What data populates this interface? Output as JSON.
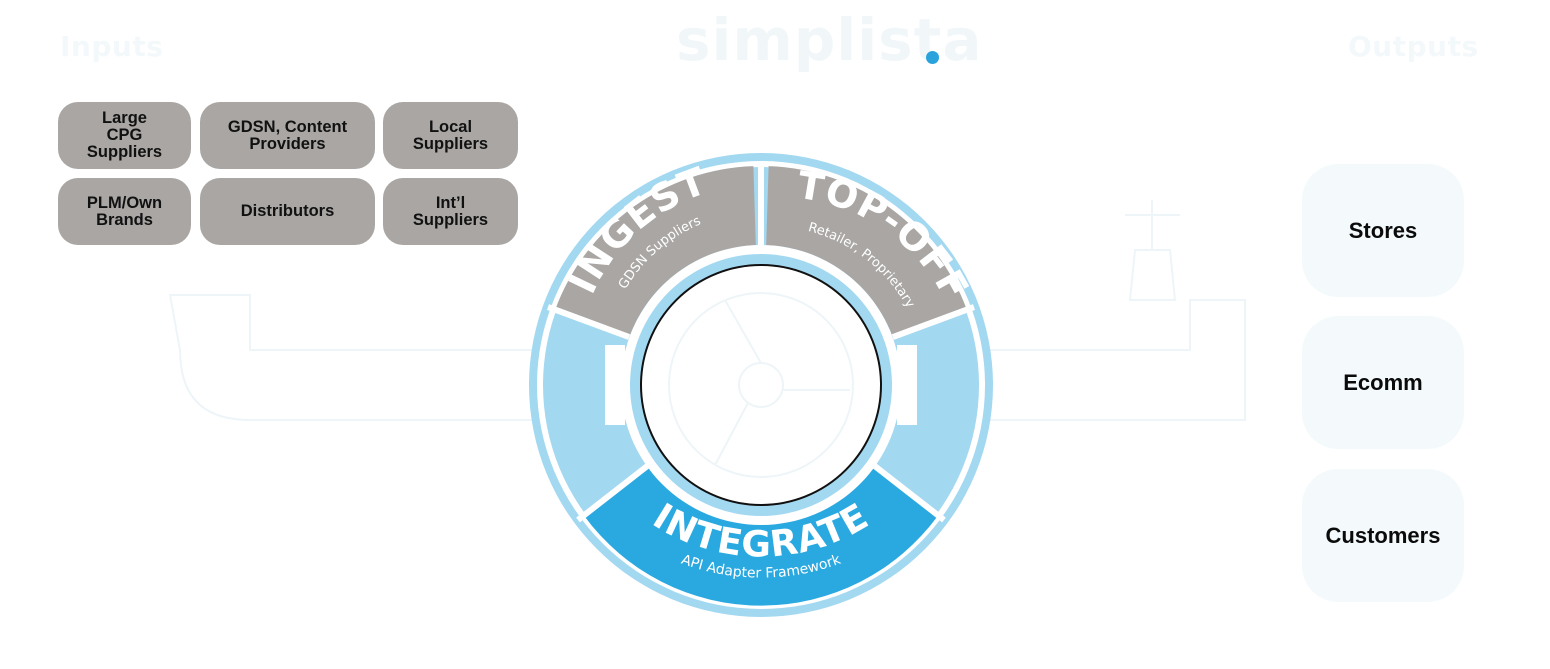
{
  "header": {
    "inputs_title": "Inputs",
    "brand": "simplista",
    "outputs_title": "Outputs"
  },
  "inputs": [
    {
      "label": "Large\nCPG\nSuppliers"
    },
    {
      "label": "GDSN, Content\nProviders"
    },
    {
      "label": "Local\nSuppliers"
    },
    {
      "label": "PLM/Own\nBrands"
    },
    {
      "label": "Distributors"
    },
    {
      "label": "Int’l\nSuppliers"
    }
  ],
  "wheel": {
    "ingest": {
      "title": "INGEST",
      "subtitle": "GDSN Suppliers"
    },
    "topoff": {
      "title": "TOP-OFF",
      "subtitle": "Retailer, Proprietary"
    },
    "integrate": {
      "title": "INTEGRATE",
      "subtitle": "API Adapter Framework"
    }
  },
  "outputs": [
    {
      "label": "Stores"
    },
    {
      "label": "Ecomm"
    },
    {
      "label": "Customers"
    }
  ],
  "colors": {
    "ring_light": "#a3d8f1",
    "ring_pale": "#d9eef9",
    "gray_segment": "#a9a6a4",
    "integrate_blue": "#2aa8e0",
    "brand_dot": "#2aa3dc"
  }
}
